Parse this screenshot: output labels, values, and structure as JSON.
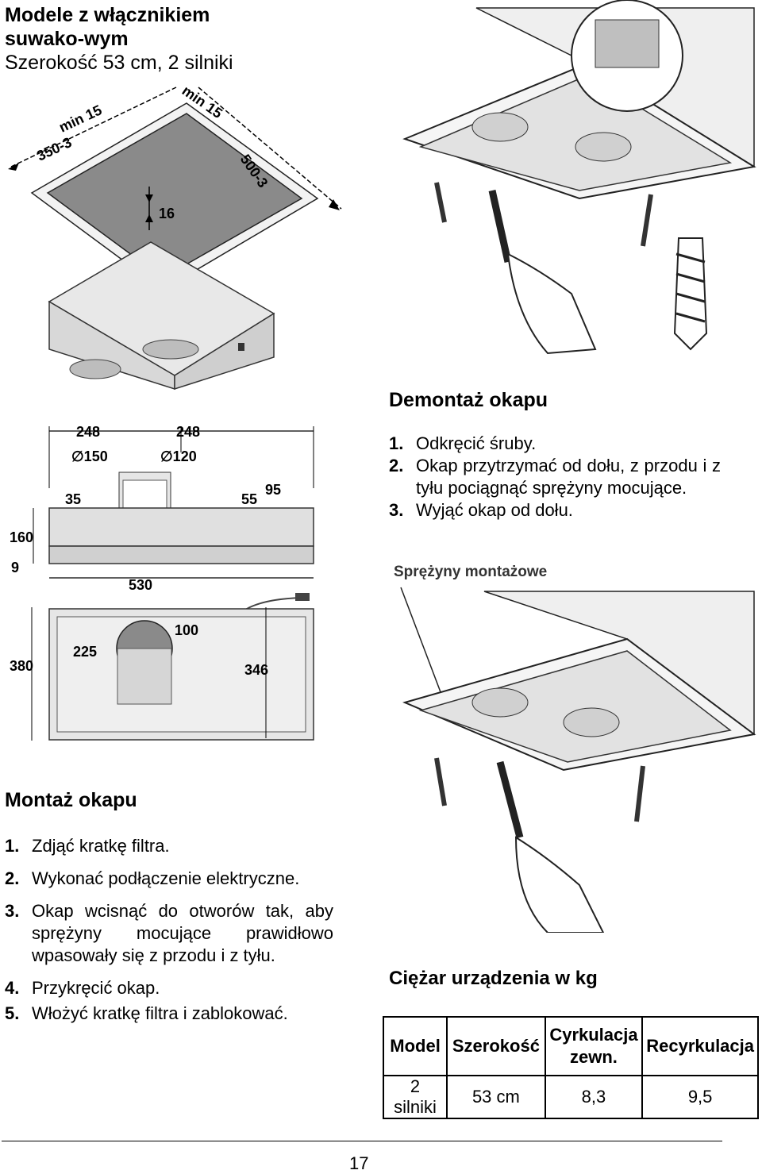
{
  "header": {
    "title": "Modele z włącznikiem suwako-wym",
    "subtitle": "Szerokość 53 cm, 2 silniki"
  },
  "diagram_top": {
    "labels": {
      "min15a": "min 15",
      "min15b": "min 15",
      "d350": "350-3",
      "d500": "500-3",
      "d16": "16"
    }
  },
  "diagram_side": {
    "labels": {
      "w248a": "248",
      "w248b": "248",
      "dia150": "∅150",
      "dia120": "∅120",
      "d35": "35",
      "d55": "55",
      "d95": "95",
      "d160": "160",
      "d9": "9",
      "d530": "530"
    }
  },
  "diagram_plan": {
    "labels": {
      "d100": "100",
      "d225": "225",
      "d380": "380",
      "d346": "346"
    }
  },
  "removal": {
    "title": "Demontaż okapu",
    "steps": [
      {
        "num": "1.",
        "text": "Odkręcić śruby."
      },
      {
        "num": "2.",
        "text": "Okap przytrzymać od dołu, z przodu i z tyłu pociągnąć sprężyny mocujące."
      },
      {
        "num": "3.",
        "text": "Wyjąć okap od dołu."
      }
    ],
    "springs_label": "Sprężyny montażowe"
  },
  "mounting": {
    "title": "Montaż okapu",
    "steps": [
      {
        "num": "1.",
        "text": "Zdjąć kratkę filtra."
      },
      {
        "num": "2.",
        "text": "Wykonać podłączenie elektryczne."
      },
      {
        "num": "3.",
        "text": "Okap wcisnąć do otworów tak, aby sprężyny mocujące prawidłowo wpasowały się z przodu i z tyłu."
      },
      {
        "num": "4.",
        "text": "Przykręcić okap."
      },
      {
        "num": "5.",
        "text": "Włożyć kratkę filtra i zablokować."
      }
    ]
  },
  "weight": {
    "title": "Ciężar urządzenia w kg",
    "headers": {
      "model": "Model",
      "width": "Szerokość",
      "ext": "Cyrkulacja zewn.",
      "recirc": "Recyrkulacja"
    },
    "row": {
      "model": "2 silniki",
      "width": "53 cm",
      "ext": "8,3",
      "recirc": "9,5"
    }
  },
  "footer": {
    "page_number": "17"
  }
}
